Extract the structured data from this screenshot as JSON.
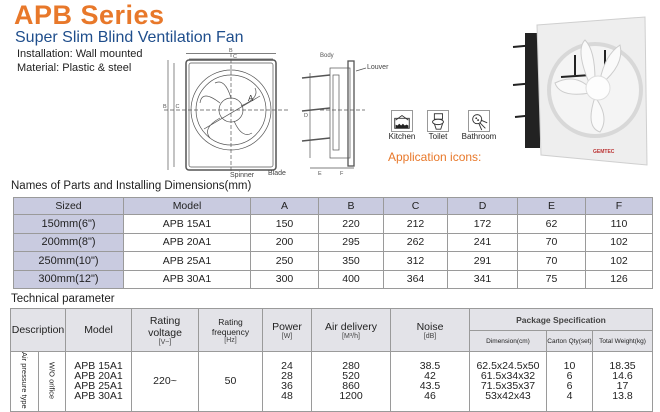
{
  "header": {
    "title": "APB Series",
    "subtitle": "Super Slim Blind Ventilation Fan",
    "installation": "Installation: Wall mounted",
    "material": "Material: Plastic & steel"
  },
  "drawing": {
    "labels": {
      "body": "Body",
      "louver": "Louver",
      "spinner": "Spinner",
      "blade": "Blade",
      "a": "A",
      "b": "B",
      "c": "C",
      "d": "D",
      "e": "E",
      "f": "F"
    }
  },
  "applications": {
    "heading": "Application icons:",
    "items": [
      {
        "label": "Kitchen",
        "icon": "kitchen-pot-icon"
      },
      {
        "label": "Toilet",
        "icon": "toilet-icon"
      },
      {
        "label": "Bathroom",
        "icon": "shower-icon"
      }
    ]
  },
  "photo": {
    "brand": "GEMTEC"
  },
  "dimensions": {
    "title": "Names of Parts and Installing Dimensions(mm)",
    "headers": [
      "Sized",
      "Model",
      "A",
      "B",
      "C",
      "D",
      "E",
      "F"
    ],
    "rows": [
      [
        "150mm(6\")",
        "APB 15A1",
        "150",
        "220",
        "212",
        "172",
        "62",
        "110"
      ],
      [
        "200mm(8\")",
        "APB 20A1",
        "200",
        "295",
        "262",
        "241",
        "70",
        "102"
      ],
      [
        "250mm(10\")",
        "APB 25A1",
        "250",
        "350",
        "312",
        "291",
        "70",
        "102"
      ],
      [
        "300mm(12\")",
        "APB 30A1",
        "300",
        "400",
        "364",
        "341",
        "75",
        "126"
      ]
    ]
  },
  "technical": {
    "title": "Technical parameter",
    "headers": {
      "description": "Description",
      "model": "Model",
      "voltage": "Rating voltage",
      "voltage_unit": "[V~]",
      "frequency": "Rating frequency",
      "frequency_unit": "[Hz]",
      "power": "Power",
      "power_unit": "[W]",
      "air": "Air delivery",
      "air_unit": "[M³/h]",
      "noise": "Noise",
      "noise_unit": "[dB]",
      "package": "Package Specification",
      "dimension": "Dimension(cm)",
      "carton": "Carton Qty(set)",
      "weight": "Total Weight(kg)"
    },
    "desc1": "Air pressure type",
    "desc2": "W/O orifice",
    "models": "APB 15A1\nAPB 20A1\nAPB 25A1\nAPB 30A1",
    "voltage": "220~",
    "frequency": "50",
    "power": "24\n28\n36\n48",
    "air": "280\n520\n860\n1200",
    "noise": "38.5\n42\n43.5\n46",
    "dimension": "62.5x24.5x50\n61.5x34x32\n71.5x35x37\n53x42x43",
    "carton": "10\n6\n6\n4",
    "weight": "18.35\n14.6\n17\n13.8"
  }
}
